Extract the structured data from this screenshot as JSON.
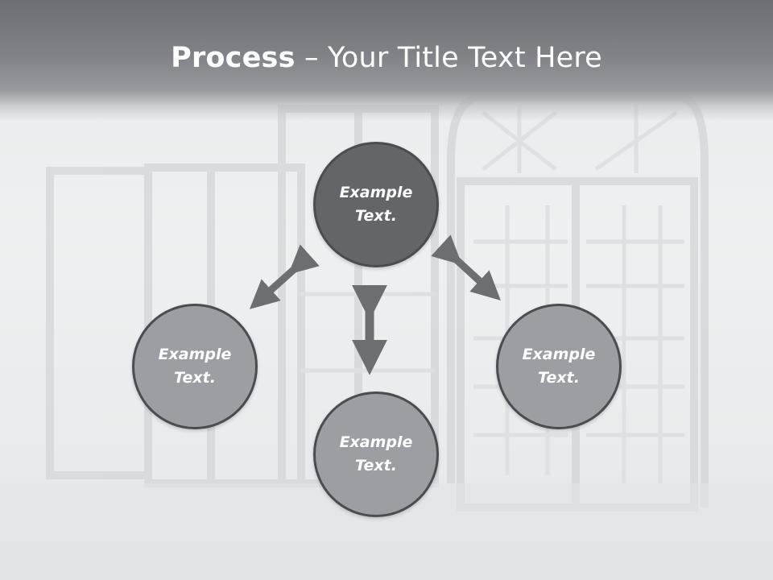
{
  "slide": {
    "title_bold": "Process",
    "title_rest": " – Your Title Text Here"
  },
  "nodes": {
    "top": {
      "line1": "Example",
      "line2": "Text."
    },
    "left": {
      "line1": "Example",
      "line2": "Text."
    },
    "right": {
      "line1": "Example",
      "line2": "Text."
    },
    "bottom": {
      "line1": "Example",
      "line2": "Text."
    }
  },
  "colors": {
    "title_band": "#7f8387",
    "node_highlight": "#636568",
    "node_default": "#9b9ea2",
    "node_border": "#4a4c4f",
    "arrow": "#6c6e71"
  }
}
